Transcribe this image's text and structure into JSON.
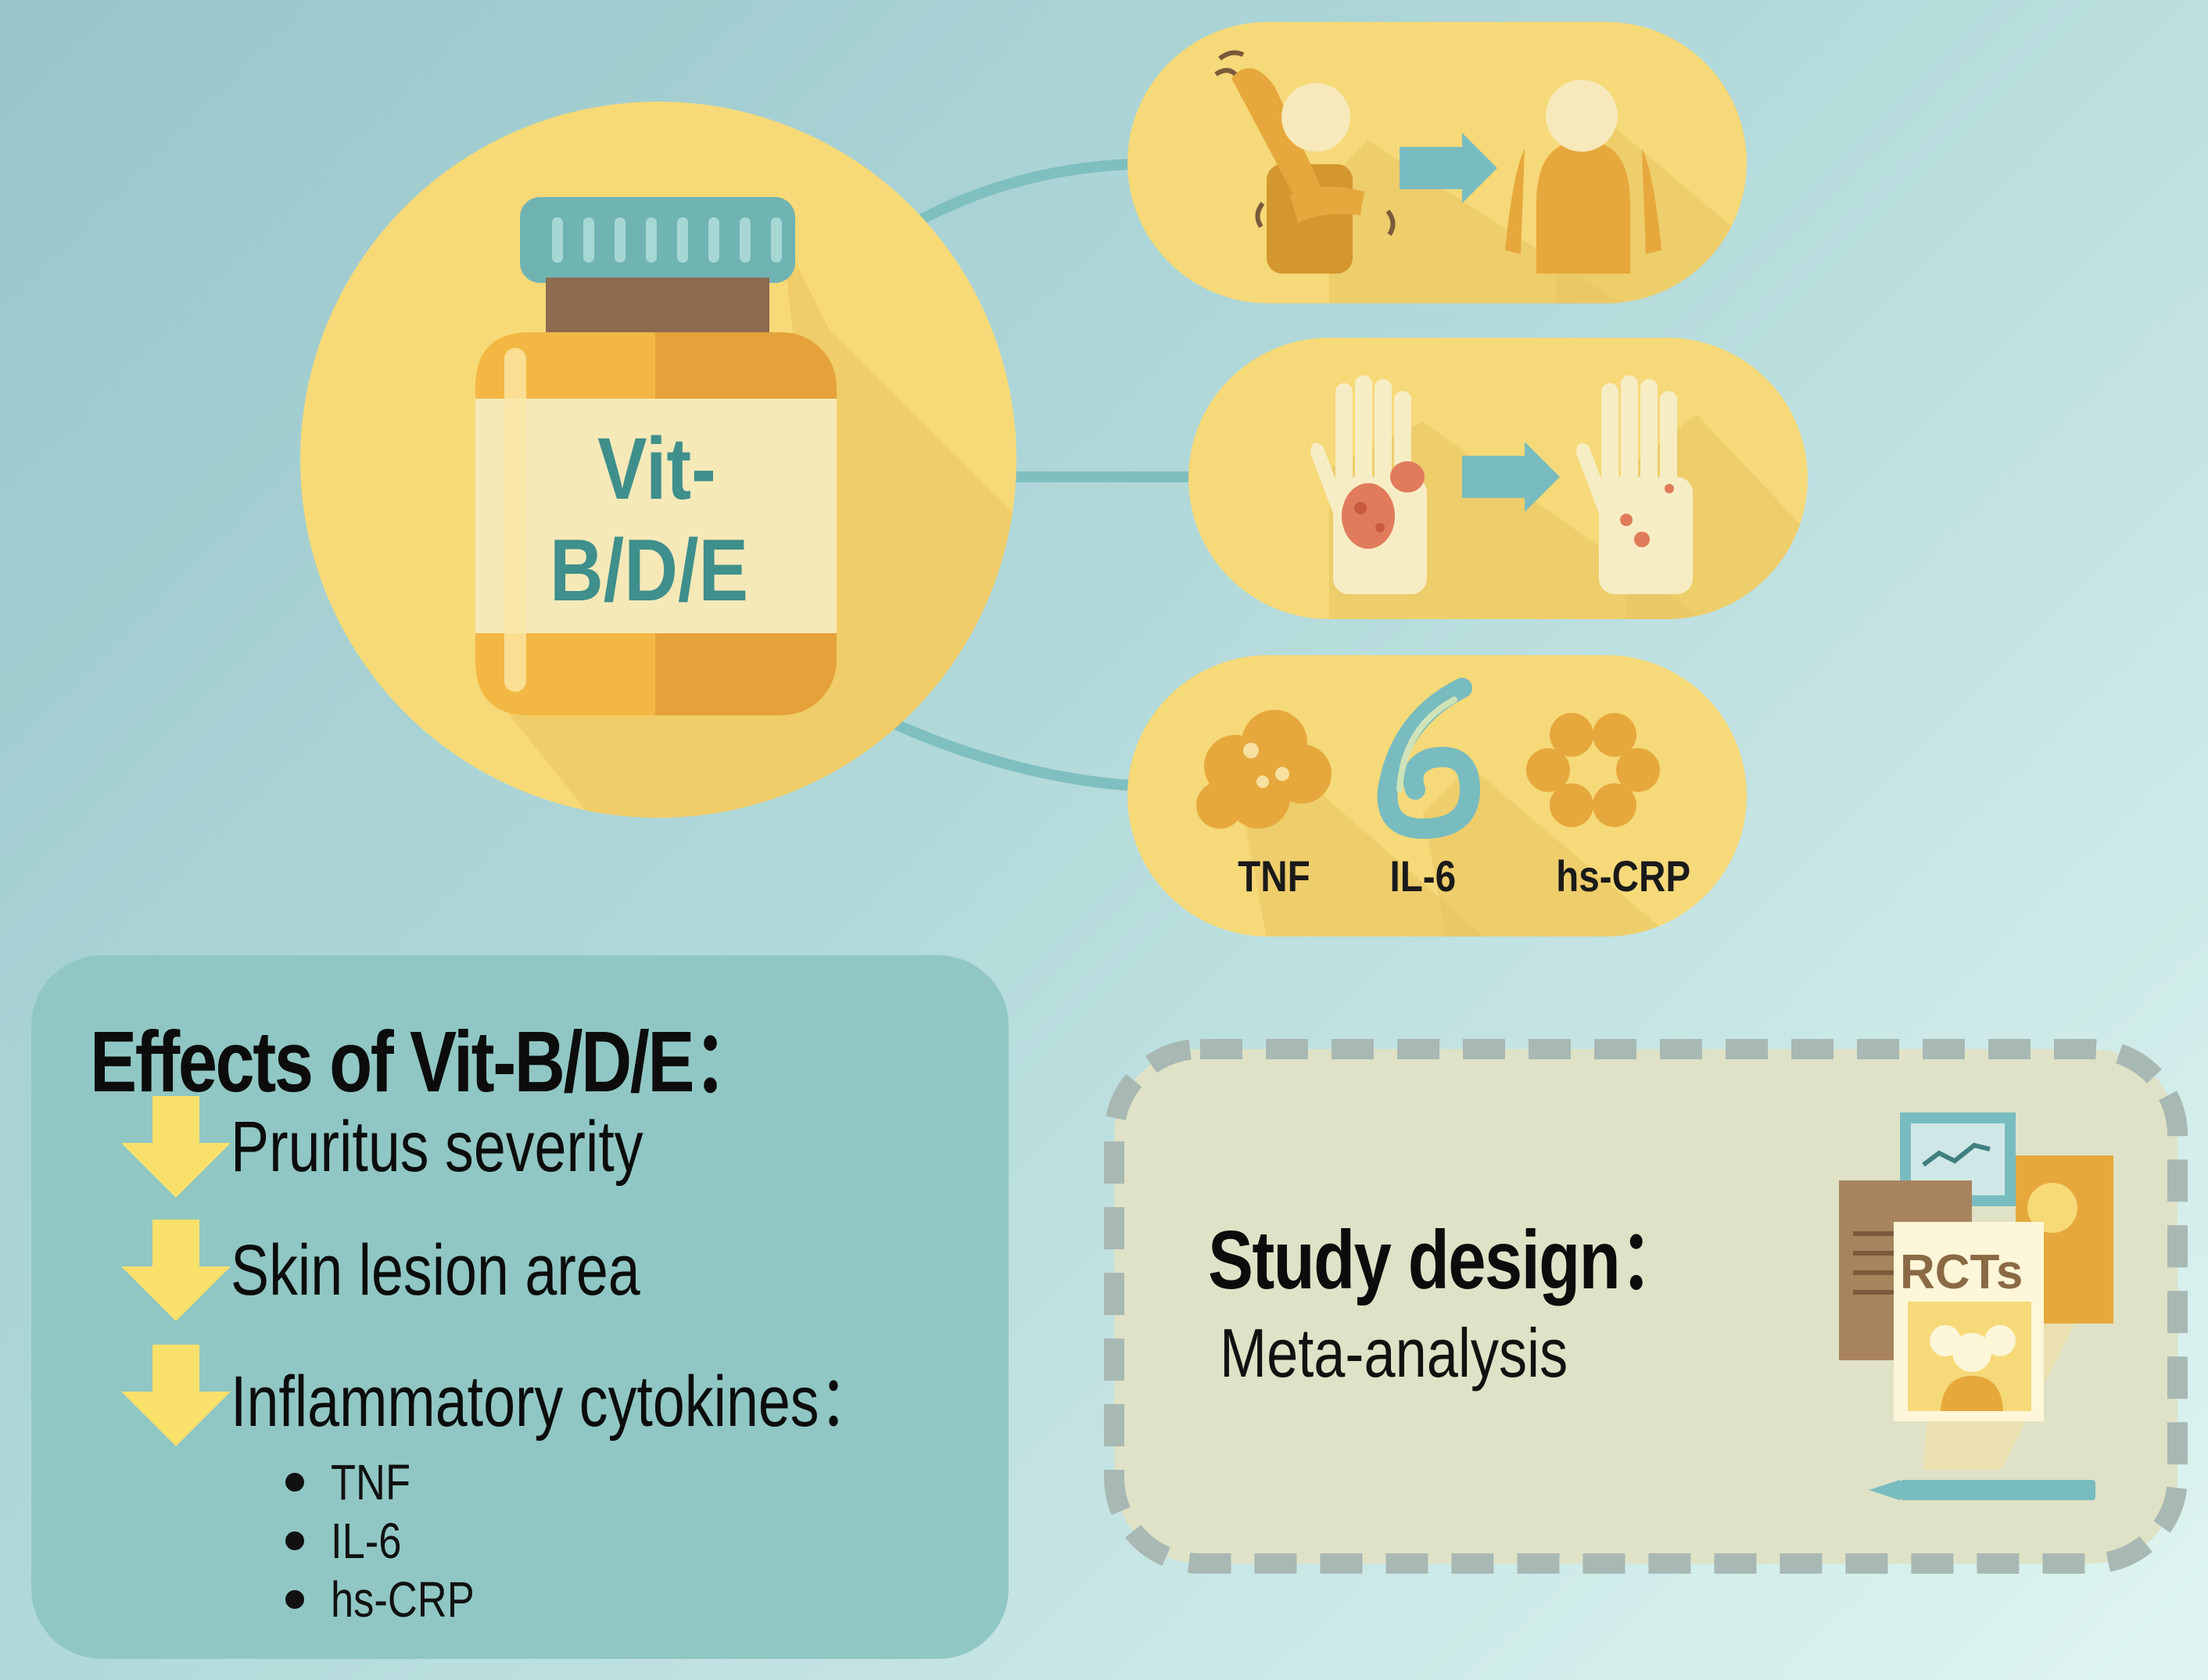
{
  "supplement": {
    "label_line1": "Vit-",
    "label_line2": "B/D/E"
  },
  "cytokine_icons": [
    "TNF",
    "IL-6",
    "hs-CRP"
  ],
  "effects": {
    "title": "Effects of Vit-B/D/E：",
    "items": [
      "Pruritus severity",
      "Skin lesion area",
      "Inflammatory cytokines："
    ],
    "cytokines": [
      "TNF",
      "IL-6",
      "hs-CRP"
    ]
  },
  "study": {
    "title": "Study design：",
    "method": "Meta-analysis",
    "badge": "RCTs"
  },
  "colors": {
    "background_teal": "#a9d4d6",
    "pill_yellow": "#f6d978",
    "panel_teal": "#90c7c4",
    "arrow_yellow": "#f9e06a",
    "dashed_panel": "#dfe2c6"
  },
  "icons": [
    "medicine-jar-icon",
    "pain-person-icon",
    "healthy-person-icon",
    "rash-hand-icon",
    "clear-hand-icon",
    "tnf-molecule-icon",
    "il6-molecule-icon",
    "crp-molecule-icon",
    "down-arrow-icon",
    "rct-documents-icon",
    "pen-icon"
  ]
}
